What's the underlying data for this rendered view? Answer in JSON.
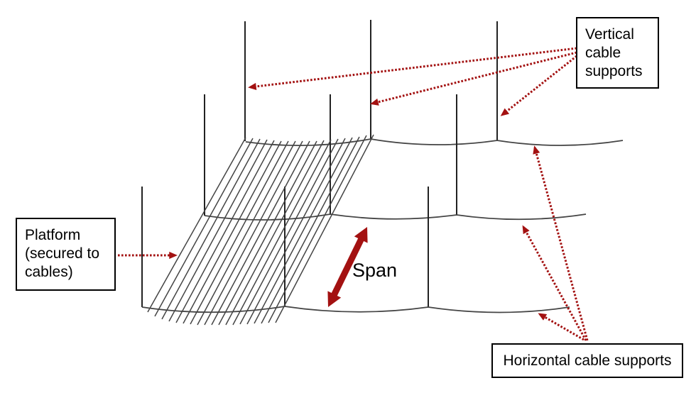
{
  "labels": {
    "vertical_cable_supports": "Vertical cable supports",
    "platform": "Platform (secured to cables)",
    "span": "Span",
    "horizontal_cable_supports": "Horizontal cable supports"
  },
  "colors": {
    "arrow_red": "#a31111",
    "post_line": "#222222",
    "cable_line": "#444444",
    "box_border": "#000000",
    "text": "#000000",
    "background": "#ffffff"
  }
}
